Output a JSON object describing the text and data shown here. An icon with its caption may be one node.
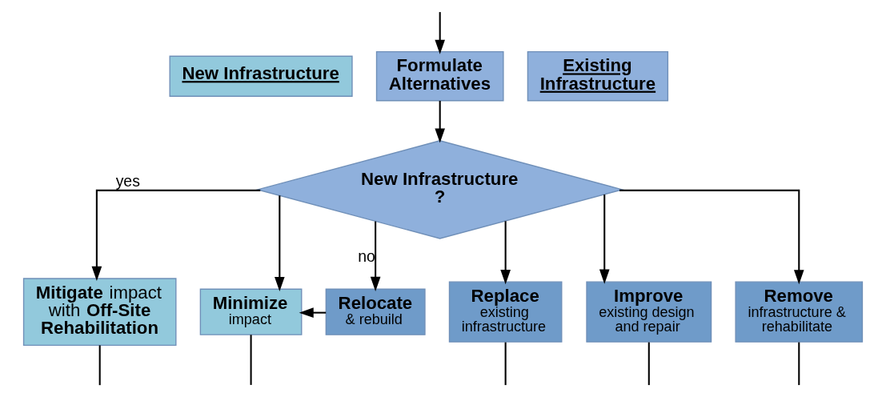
{
  "diagram": {
    "nodes": [
      {
        "text": [
          "Formulate Alternatives"
        ]
      },
      {
        "text": [
          "New Infrastructure"
        ]
      },
      {
        "text": [
          "Existing Infrastructure"
        ]
      },
      {
        "text": [
          "New Infrastructure ?"
        ]
      },
      {
        "text": [
          "**Mitigate** impact with **Off-Site Rehabilitation**"
        ]
      },
      {
        "text": [
          "Minimize",
          "impact"
        ]
      },
      {
        "text": [
          "Relocate",
          "& rebuild"
        ]
      },
      {
        "text": [
          "Replace",
          "existing infrastructure"
        ]
      },
      {
        "text": [
          "Improve",
          "existing design and repair"
        ]
      },
      {
        "text": [
          "Remove",
          "infrastructure & rehabilitate"
        ]
      }
    ],
    "edges": [
      {
        "from": null,
        "to": 0,
        "arrow": "to"
      },
      {
        "from": 0,
        "to": 3,
        "arrow": "to"
      },
      {
        "from": 3,
        "to": 4,
        "arrow": "to",
        "label": "yes"
      },
      {
        "from": 3,
        "to": 5,
        "arrow": "to"
      },
      {
        "from": 3,
        "to": 6,
        "arrow": "to",
        "label": "no"
      },
      {
        "from": 3,
        "to": 7,
        "arrow": "to"
      },
      {
        "from": 3,
        "to": 8,
        "arrow": "to"
      },
      {
        "from": 3,
        "to": 9,
        "arrow": "to"
      },
      {
        "from": 6,
        "to": 5,
        "arrow": "to"
      },
      {
        "from": 4,
        "to": null,
        "arrow": "none"
      },
      {
        "from": 5,
        "to": null,
        "arrow": "none"
      },
      {
        "from": 7,
        "to": null,
        "arrow": "none"
      },
      {
        "from": 8,
        "to": null,
        "arrow": "none"
      },
      {
        "from": 9,
        "to": null,
        "arrow": "none"
      }
    ]
  }
}
